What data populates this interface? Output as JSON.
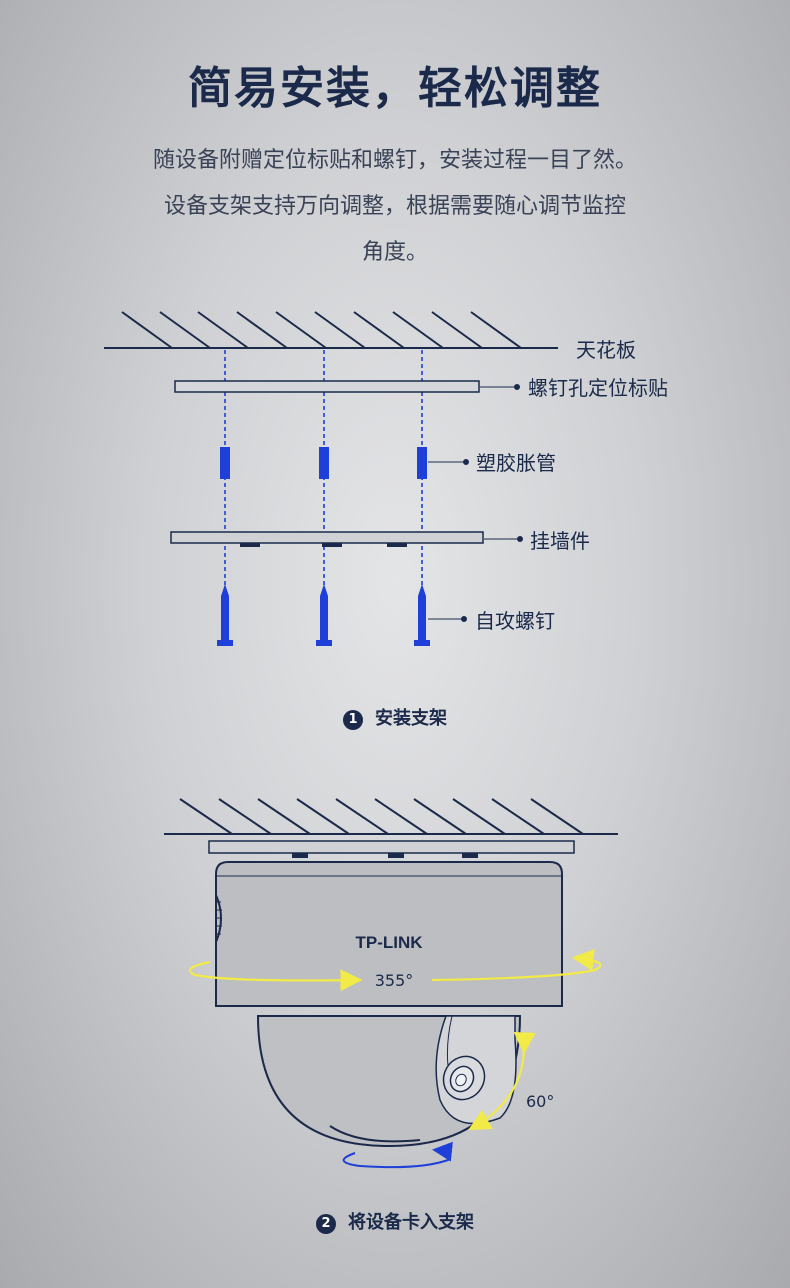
{
  "title": "简易安装，轻松调整",
  "description": [
    "随设备附赠定位标贴和螺钉，安装过程一目了然。",
    "设备支架支持万向调整，根据需要随心调节监控",
    "角度。"
  ],
  "diagram1": {
    "labels": {
      "ceiling": "天花板",
      "sticker": "螺钉孔定位标贴",
      "anchor": "塑胶胀管",
      "bracket": "挂墙件",
      "screw": "自攻螺钉"
    },
    "step_number": "1",
    "step_label": "安装支架"
  },
  "diagram2": {
    "brand": "TP-LINK",
    "pan_angle": "355°",
    "tilt_angle": "60°",
    "step_number": "2",
    "step_label": "将设备卡入支架"
  },
  "colors": {
    "navy": "#1b2a4a",
    "blue": "#1e3fd8",
    "yellow": "#f2ea46"
  }
}
